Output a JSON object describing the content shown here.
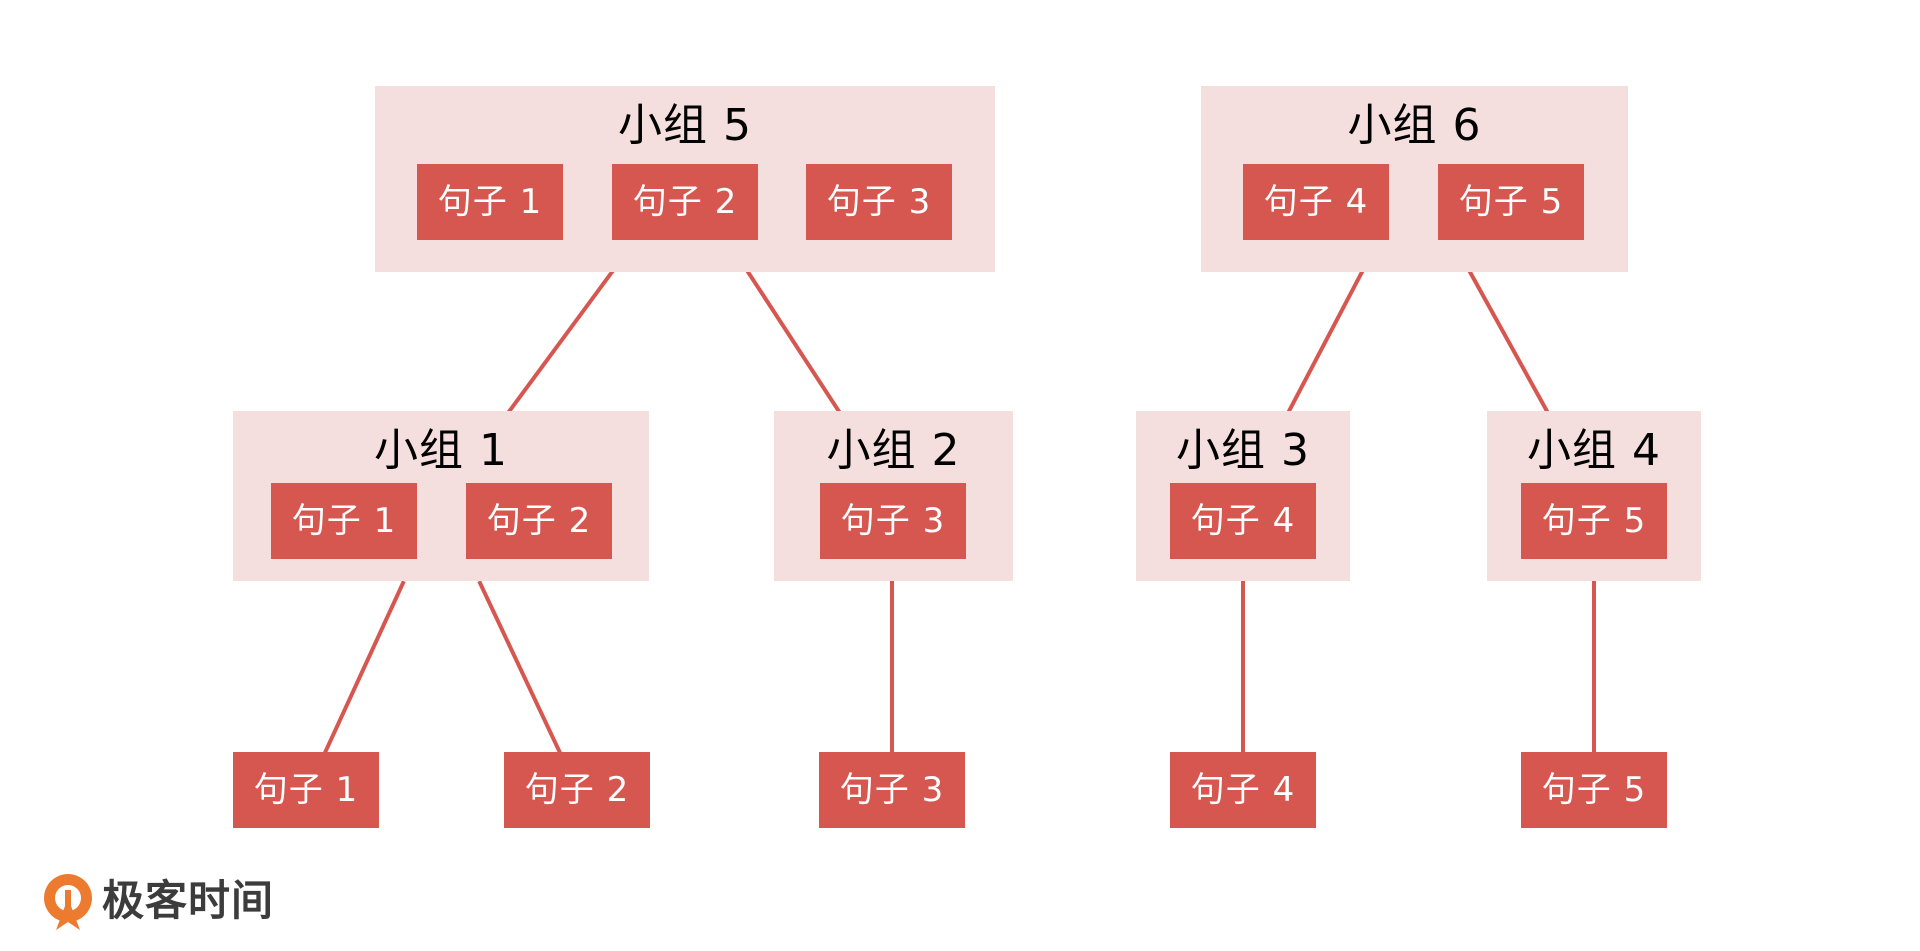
{
  "groups": {
    "g5": {
      "title": "小组 5",
      "sentences": [
        "句子 1",
        "句子 2",
        "句子 3"
      ]
    },
    "g6": {
      "title": "小组 6",
      "sentences": [
        "句子 4",
        "句子 5"
      ]
    },
    "g1": {
      "title": "小组 1",
      "sentences": [
        "句子 1",
        "句子 2"
      ]
    },
    "g2": {
      "title": "小组 2",
      "sentences": [
        "句子 3"
      ]
    },
    "g3": {
      "title": "小组 3",
      "sentences": [
        "句子 4"
      ]
    },
    "g4": {
      "title": "小组 4",
      "sentences": [
        "句子 5"
      ]
    }
  },
  "leaves": [
    "句子 1",
    "句子 2",
    "句子 3",
    "句子 4",
    "句子 5"
  ],
  "logo": {
    "text": "极客时间",
    "icon": "geektime-logo-icon"
  },
  "colors": {
    "group_background": "#f5dfde",
    "sentence_box": "#d65650",
    "connector": "#d65650",
    "logo_orange": "#ec7b2f"
  }
}
